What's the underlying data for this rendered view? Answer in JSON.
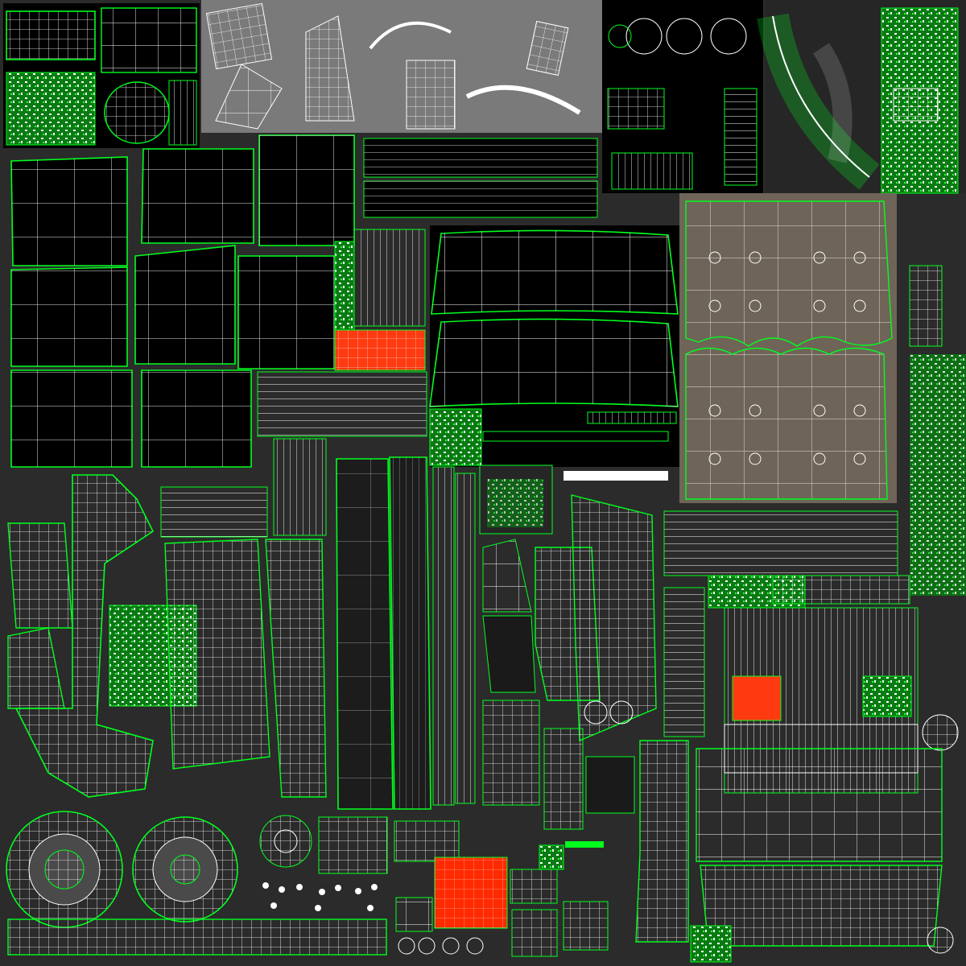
{
  "colors": {
    "background": "#2b2b2b",
    "panel_black": "#000000",
    "panel_gray": "#7a7a7a",
    "panel_dark": "#262626",
    "panel_brown": "#6f6458",
    "edge_green": "#00ff1e",
    "wire_white": "#ffffff",
    "highlight_red": "#ff2a00",
    "highlight_orange": "#ff5a1a"
  },
  "regions": {
    "top_left_cluster": "uv-cluster-fragments",
    "top_gray_cluster": "uv-cluster-gray",
    "top_black_cluster": "uv-cluster-gauges",
    "top_right_cluster": "uv-cluster-curved",
    "black_square_grid": "uv-black-panels",
    "windshield": "uv-windshield-panels",
    "brown_panels": "uv-seat-panels",
    "chassis": "uv-chassis-strips",
    "wheels": "uv-wheel-discs"
  }
}
